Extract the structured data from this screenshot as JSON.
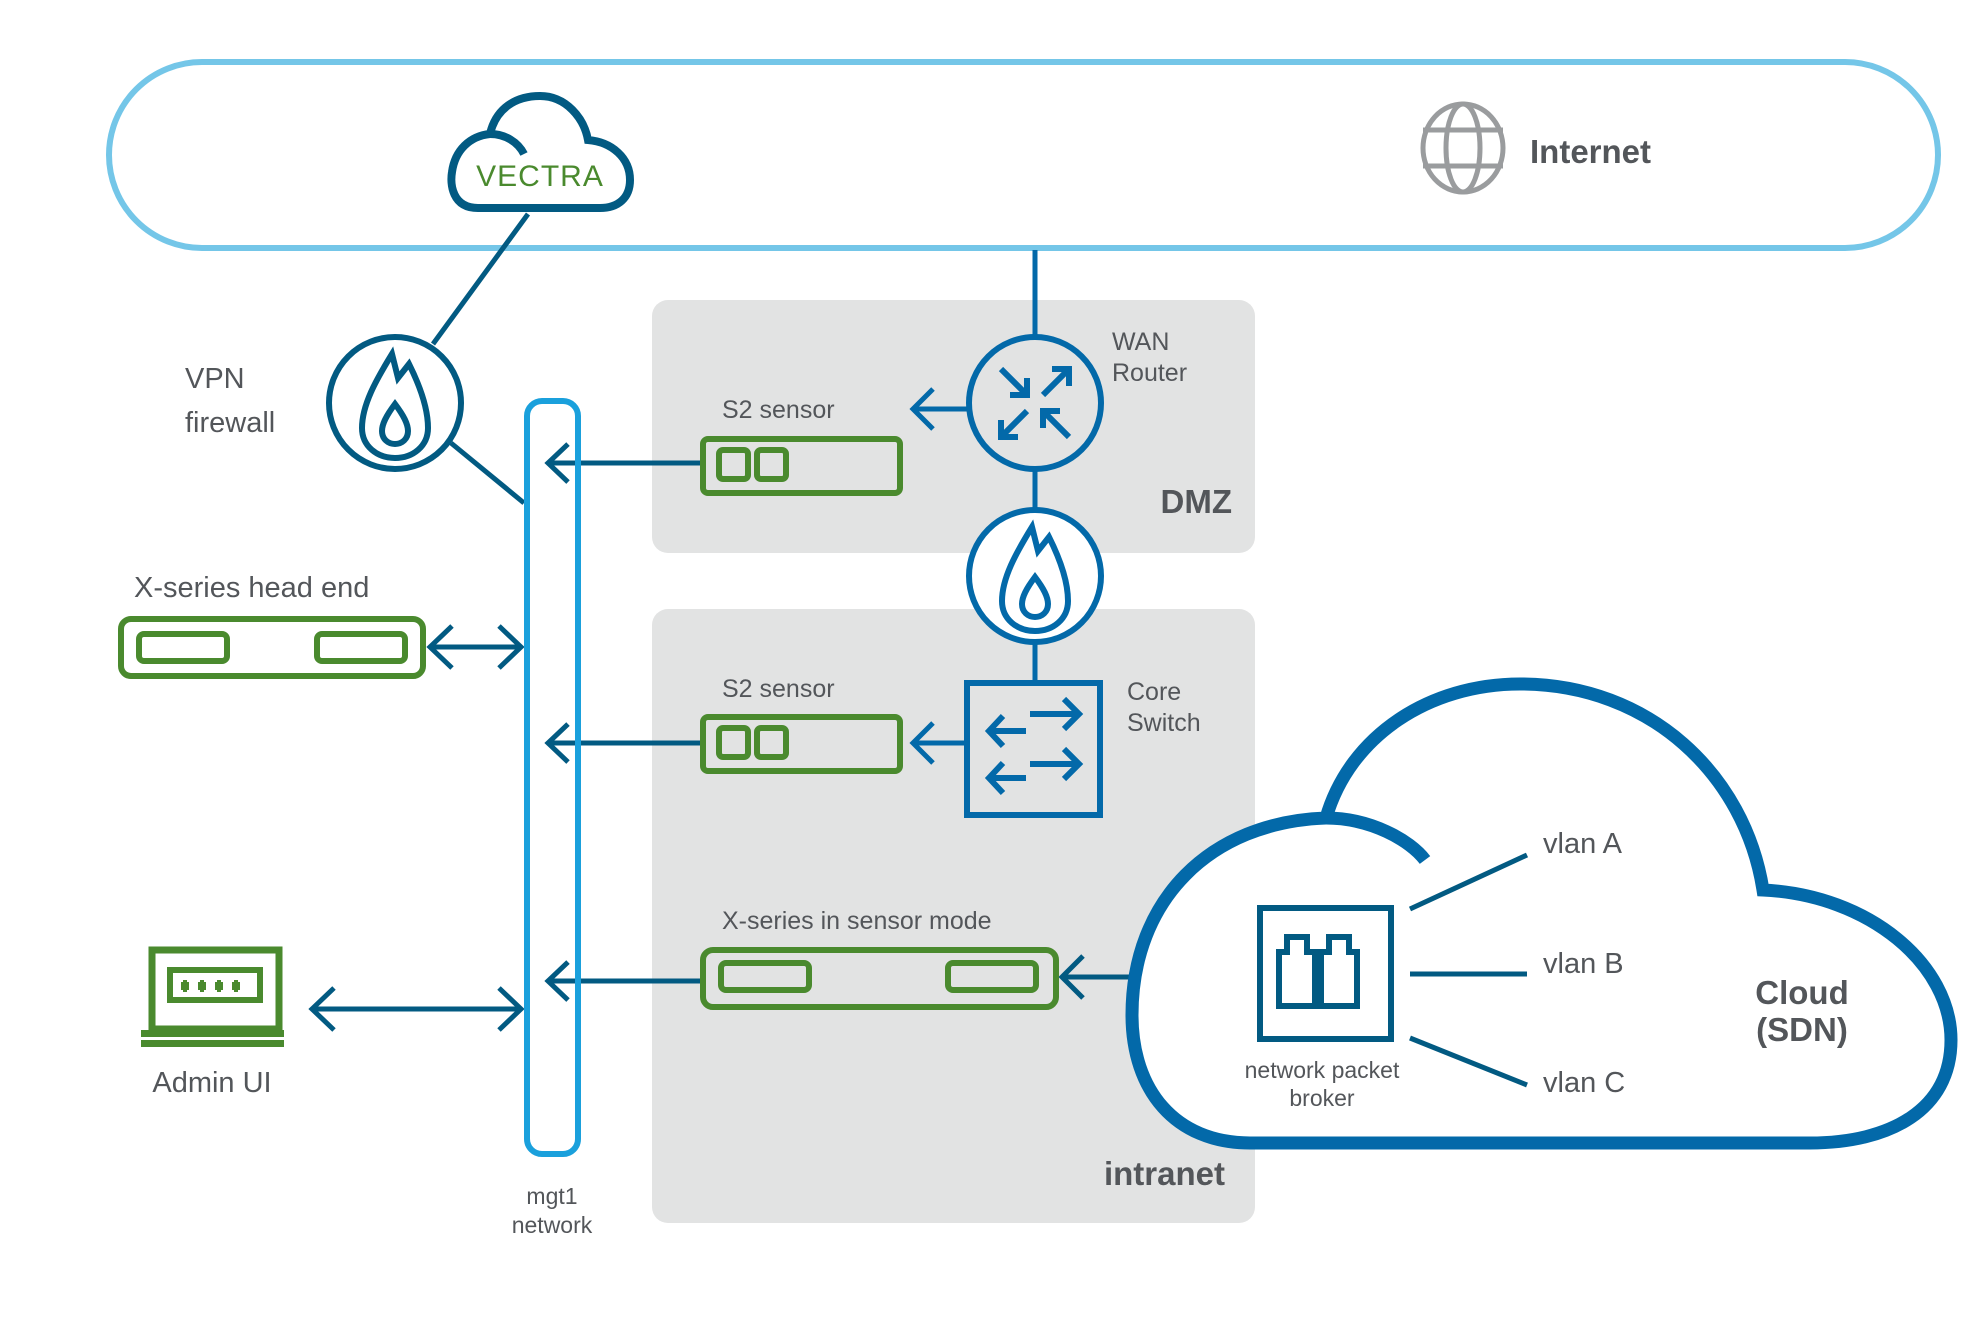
{
  "diagram": {
    "title": "Vectra deployment network topology",
    "colors": {
      "internet_outline": "#74c6e8",
      "mgt_bar": "#1aa0dc",
      "dark_blue": "#025a82",
      "mid_blue": "#0369a9",
      "green": "#4a8a2e",
      "zone_gray": "#e2e3e3",
      "text_gray": "#53565a",
      "globe_gray": "#9a9c9e"
    },
    "internet": {
      "label": "Internet",
      "icon": "globe-icon"
    },
    "vectra_cloud": {
      "logo_text": "VECTRA",
      "icon": "cloud-icon"
    },
    "vpn_firewall": {
      "label_line1": "VPN",
      "label_line2": "firewall",
      "icon": "firewall-flame-icon"
    },
    "head_end": {
      "label": "X-series head end"
    },
    "admin_ui": {
      "label": "Admin UI",
      "icon": "laptop-password-icon"
    },
    "mgt_network": {
      "label_line1": "mgt1",
      "label_line2": "network"
    },
    "dmz": {
      "zone_label": "DMZ",
      "router": {
        "label_line1": "WAN",
        "label_line2": "Router",
        "icon": "router-icon"
      },
      "sensor": {
        "label": "S2 sensor"
      }
    },
    "perimeter_firewall": {
      "icon": "firewall-flame-icon"
    },
    "intranet": {
      "zone_label": "intranet",
      "core_switch": {
        "label_line1": "Core",
        "label_line2": "Switch",
        "icon": "switch-icon"
      },
      "sensor": {
        "label": "S2 sensor"
      },
      "xseries_sensor": {
        "label": "X-series in sensor mode"
      }
    },
    "sdn_cloud": {
      "label_line1": "Cloud",
      "label_line2": "(SDN)",
      "packet_broker": {
        "label_line1": "network packet",
        "label_line2": "broker",
        "icon": "ethernet-ports-icon"
      },
      "vlans": [
        "vlan A",
        "vlan B",
        "vlan C"
      ]
    }
  }
}
